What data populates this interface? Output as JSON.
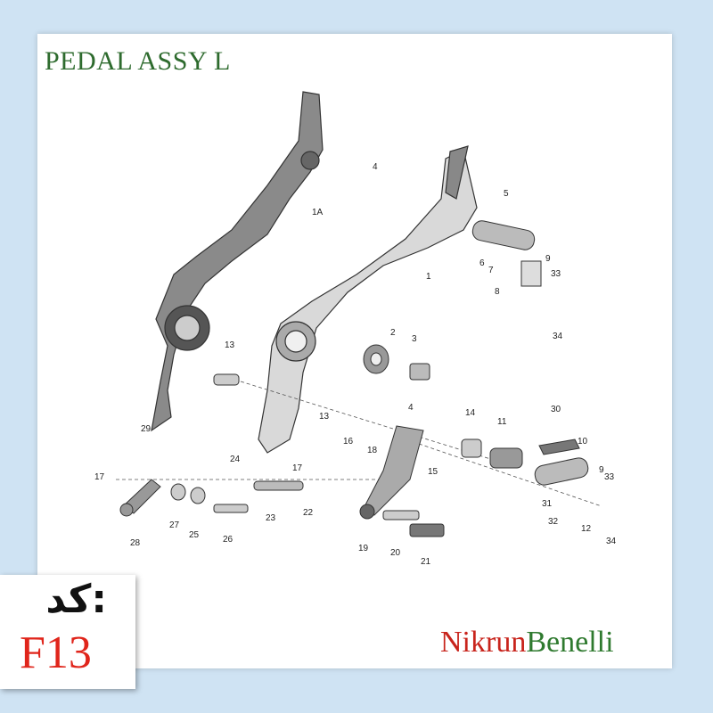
{
  "title": "PEDAL ASSY L",
  "brand": {
    "part1": "Nikrun",
    "part2": "Benelli"
  },
  "code": {
    "label": "کد:",
    "value": "F13"
  },
  "callouts": [
    "1A",
    "1",
    "2",
    "3",
    "4",
    "4",
    "5",
    "6",
    "7",
    "8",
    "9",
    "33",
    "34",
    "13",
    "13",
    "14",
    "11",
    "30",
    "10",
    "29",
    "24",
    "16",
    "18",
    "17",
    "17",
    "15",
    "9",
    "33",
    "31",
    "32",
    "12",
    "34",
    "28",
    "27",
    "25",
    "26",
    "23",
    "22",
    "19",
    "20",
    "21"
  ]
}
